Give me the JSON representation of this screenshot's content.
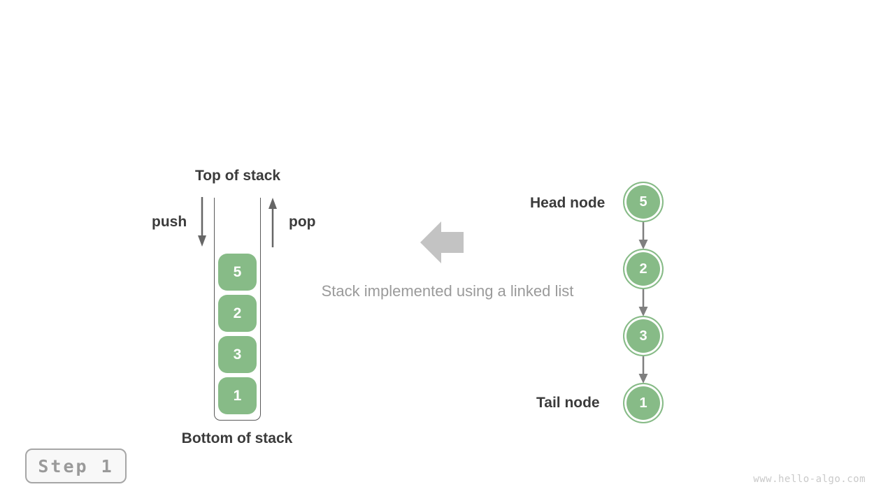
{
  "figure": {
    "background": "#ffffff"
  },
  "colors": {
    "node_green": "#87bb87",
    "dark_label": "#3b3b3b",
    "container_border": "#595959",
    "push_pop_arrow": "#666666",
    "link_arrow": "#7f7f7f",
    "block_arrow": "#c3c3c3",
    "caption_gray": "#9a9a9a",
    "badge_border": "#a6a6a6",
    "badge_background": "#f8f8f8",
    "watermark_gray": "#c9c9c9",
    "node_text": "#ffffff"
  },
  "stack_diagram": {
    "top_label": "Top of stack",
    "bottom_label": "Bottom of stack",
    "push_label": "push",
    "pop_label": "pop",
    "items": [
      "5",
      "2",
      "3",
      "1"
    ]
  },
  "caption": {
    "text": "Stack implemented using a linked list"
  },
  "linked_list": {
    "head_label": "Head node",
    "tail_label": "Tail node",
    "nodes": [
      "5",
      "2",
      "3",
      "1"
    ]
  },
  "step_badge": {
    "label": "Step 1"
  },
  "watermark": {
    "text": "www.hello-algo.com"
  }
}
